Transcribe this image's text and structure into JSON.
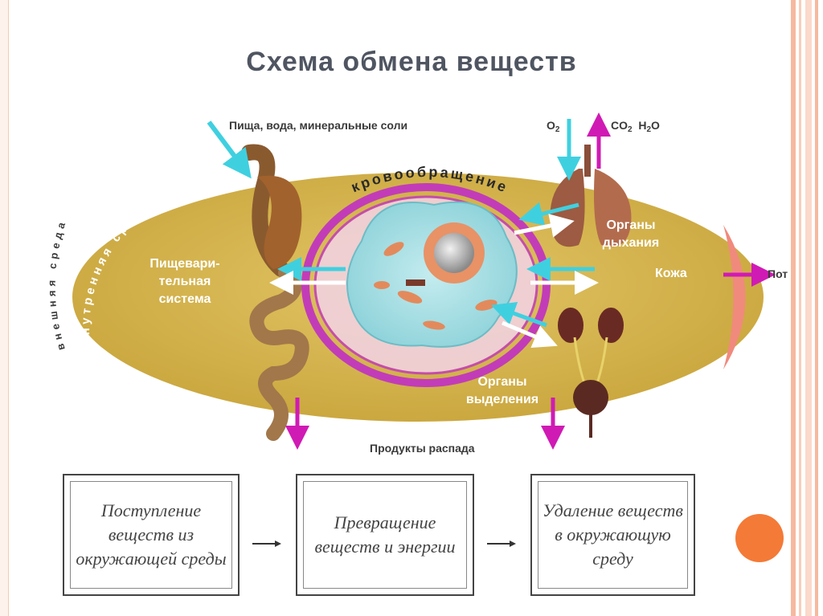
{
  "title": "Схема обмена веществ",
  "diagram": {
    "input_label": "Пища, вода, минеральные соли",
    "o2_label": "O",
    "o2_sub": "2",
    "co2_label": "CO",
    "co2_sub": "2",
    "h2o_label": "H",
    "h2o_sub": "2",
    "h2o_tail": "O",
    "circulation_label": "кровообращение",
    "internal_env_label": "внутренняя среда",
    "external_env_label": "внешняя среда",
    "digestive_label": [
      "Пищевари-",
      "тельная",
      "система"
    ],
    "respiratory_label": [
      "Органы",
      "дыхания"
    ],
    "skin_label": "Кожа",
    "sweat_label": "Пот",
    "excretory_label": [
      "Органы",
      "выделения"
    ],
    "decay_label": "Продукты распада"
  },
  "flow": [
    {
      "text": "Поступление веществ из окружающей среды"
    },
    {
      "text": "Превращение веществ и энергии"
    },
    {
      "text": "Удаление веществ в окружающую среду"
    }
  ],
  "colors": {
    "title": "#4f5561",
    "ellipse": "#d4b24a",
    "cyan_arrow": "#3fd0e0",
    "magenta_arrow": "#d01ab4",
    "circulation_ring": "#c23cb8",
    "accent_dot": "#f47a37"
  }
}
